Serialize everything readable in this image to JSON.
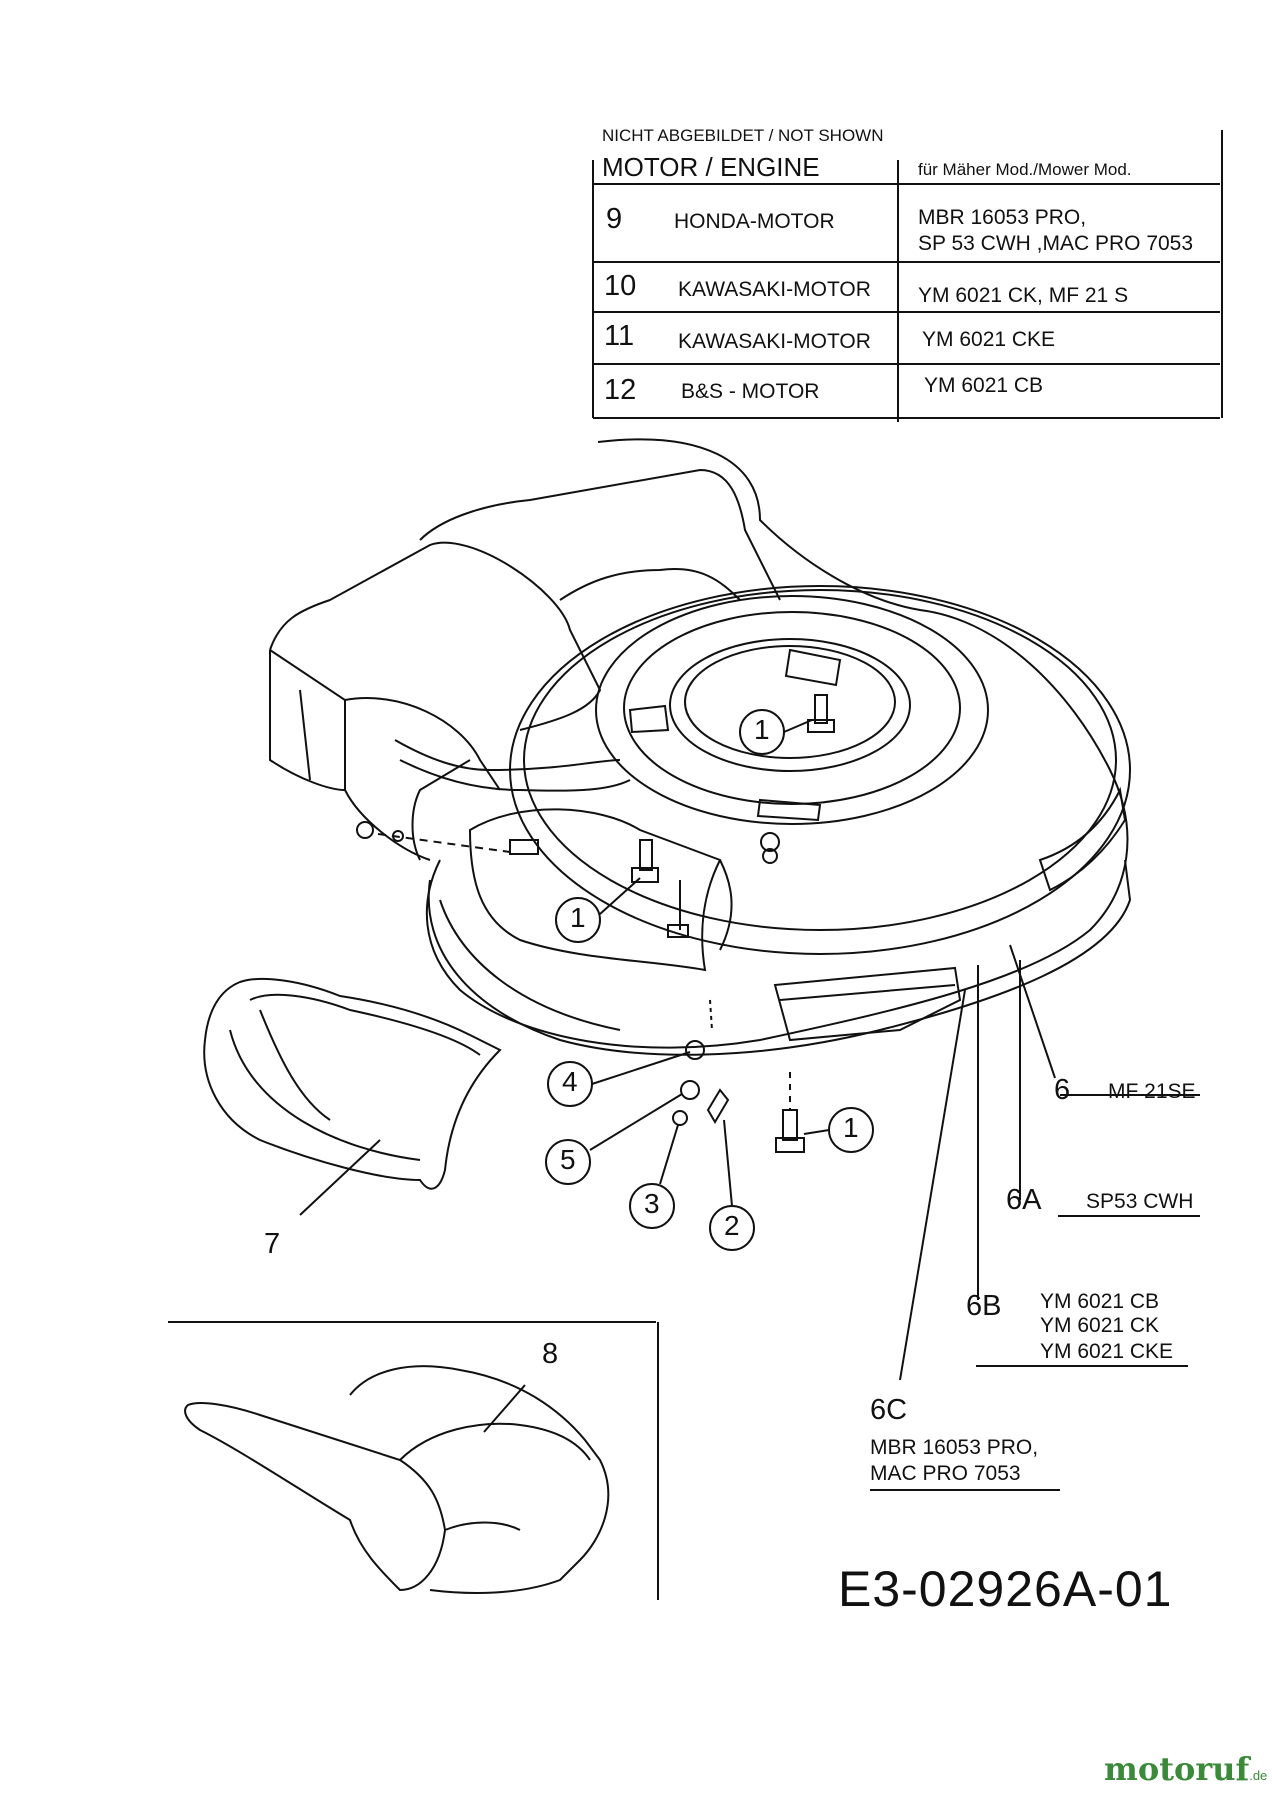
{
  "engine_table": {
    "not_shown": "NICHT ABGEBILDET / NOT SHOWN",
    "heading": "MOTOR / ENGINE",
    "model_heading": "für Mäher Mod./Mower Mod.",
    "rows": [
      {
        "num": "9",
        "name": "HONDA-MOTOR",
        "model_1": "MBR 16053 PRO,",
        "model_2": "SP 53 CWH ,MAC PRO 7053"
      },
      {
        "num": "10",
        "name": "KAWASAKI-MOTOR",
        "model_1": "YM 6021 CK, MF 21 S"
      },
      {
        "num": "11",
        "name": "KAWASAKI-MOTOR",
        "model_1": "YM 6021 CKE"
      },
      {
        "num": "12",
        "name": "B&S - MOTOR",
        "model_1": "YM 6021 CB"
      }
    ]
  },
  "callouts": [
    "1",
    "1",
    "1",
    "4",
    "5",
    "3",
    "2"
  ],
  "part_labels": {
    "p6": "6",
    "p6_model": "MF 21SE",
    "p6a": "6A",
    "p6a_model": "SP53 CWH",
    "p6b": "6B",
    "p6b_models": [
      "YM 6021 CB",
      "YM 6021 CK",
      "YM 6021 CKE"
    ],
    "p6c": "6C",
    "p6c_models": [
      "MBR 16053 PRO,",
      "MAC PRO 7053"
    ],
    "p7": "7",
    "p8": "8"
  },
  "drawing_code": "E3-02926A-01",
  "watermark": {
    "brand": "motoruf",
    "tld": ".de"
  }
}
